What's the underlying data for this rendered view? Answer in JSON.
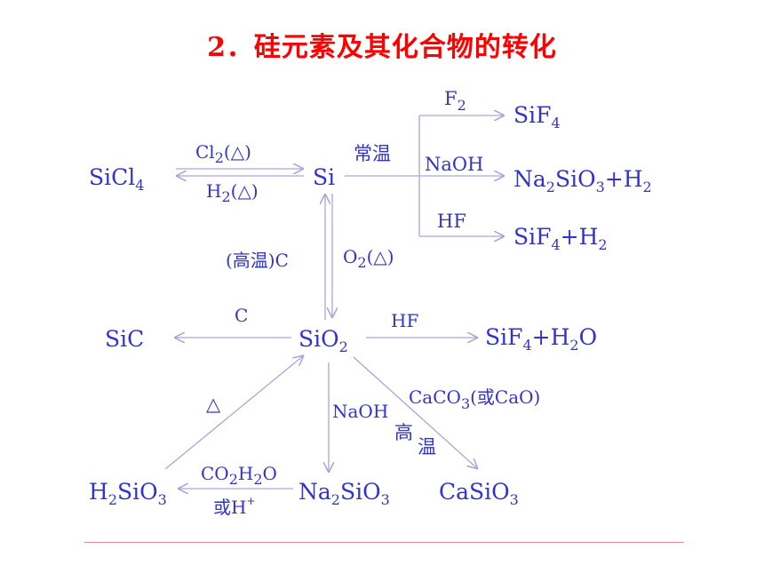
{
  "title": "2．硅元素及其化合物的转化",
  "nodes": {
    "sicl4": {
      "main": "SiCl",
      "sub": "4"
    },
    "si": "Si",
    "sif4_a": {
      "main": "SiF",
      "sub": "4"
    },
    "na2sio3_h2": {
      "p1": "Na",
      "s1": "2",
      "p2": "SiO",
      "s2": "3",
      "p3": "+H",
      "s3": "2"
    },
    "sif4_h2": {
      "p1": "SiF",
      "s1": "4",
      "p2": "+H",
      "s2": "2"
    },
    "sio2": {
      "main": "SiO",
      "sub": "2"
    },
    "sic": "SiC",
    "sif4_h2o": {
      "p1": "SiF",
      "s1": "4",
      "p2": "+H",
      "s2": "2",
      "p3": "O"
    },
    "h2sio3": {
      "p1": "H",
      "s1": "2",
      "p2": "SiO",
      "s2": "3"
    },
    "na2sio3": {
      "p1": "Na",
      "s1": "2",
      "p2": "SiO",
      "s2": "3"
    },
    "casio3": {
      "main": "CaSiO",
      "sub": "3"
    }
  },
  "labels": {
    "cl2_heat": {
      "p1": "Cl",
      "s1": "2",
      "p2": "(△)"
    },
    "h2_heat": {
      "p1": "H",
      "s1": "2",
      "p2": "(△)"
    },
    "room_temp": "常温",
    "f2": {
      "p1": "F",
      "s1": "2"
    },
    "naoh_top": "NaOH",
    "hf_top": "HF",
    "high_temp_c": "(高温)C",
    "o2_heat": {
      "p1": "O",
      "s1": "2",
      "p2": "(△)"
    },
    "c_label": "C",
    "hf_mid": "HF",
    "caco3": {
      "p1": "CaCO",
      "s1": "3",
      "p2": "(或CaO)"
    },
    "high_temp_1": "高",
    "high_temp_2": "温",
    "naoh_bottom": "NaOH",
    "heat": "△",
    "co2h2o": {
      "p1": "CO",
      "s1": "2",
      "p2": "H",
      "s2": "2",
      "p3": "O"
    },
    "or_h": {
      "p1": "或H",
      "sup": "+"
    }
  }
}
